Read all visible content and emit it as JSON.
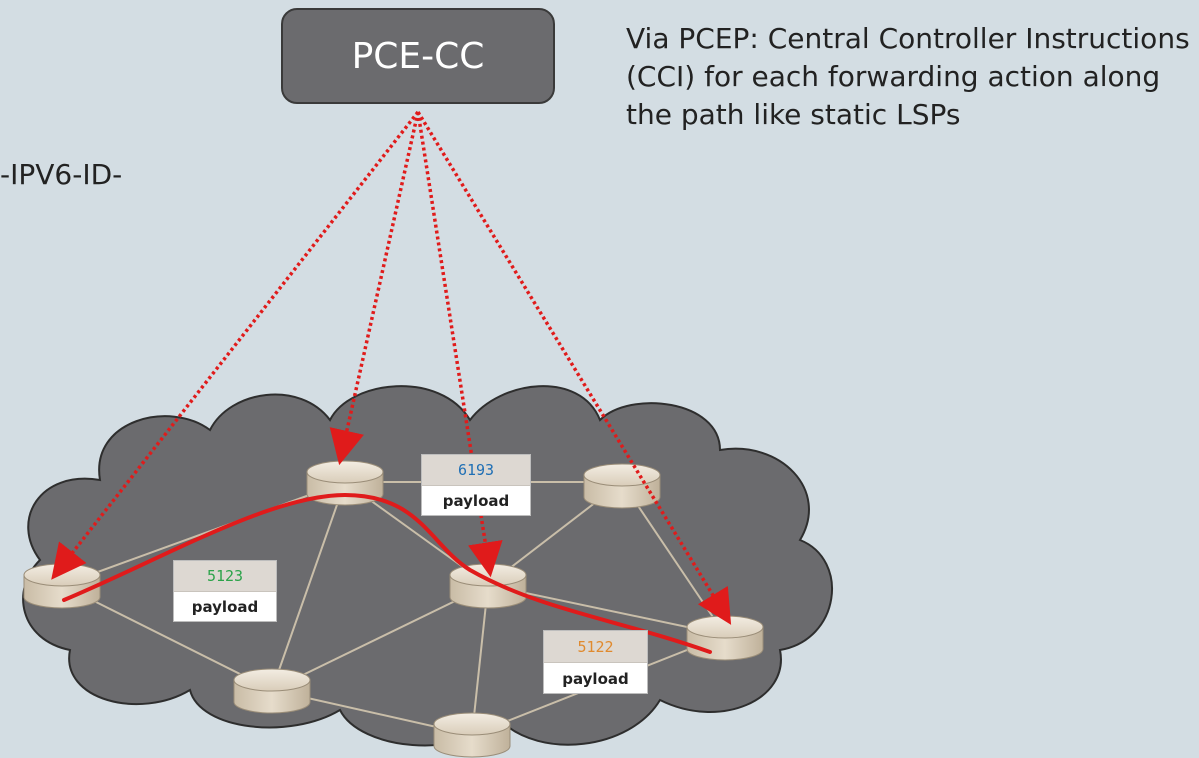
{
  "pce": {
    "label": "PCE-CC"
  },
  "side_label": "-IPV6-ID-",
  "caption": "Via PCEP: Central Controller Instructions (CCI) for each forwarding action along the path like static LSPs",
  "labels": [
    {
      "value": "6193",
      "color": "#1f6fb5",
      "payload": "payload"
    },
    {
      "value": "5123",
      "color": "#2ca34a",
      "payload": "payload"
    },
    {
      "value": "5122",
      "color": "#e08a2e",
      "payload": "payload"
    }
  ],
  "colors": {
    "cloud": "#6b6b6e",
    "link": "#c9bea9",
    "router": "#ddd2c0",
    "path": "#e01b1b"
  }
}
